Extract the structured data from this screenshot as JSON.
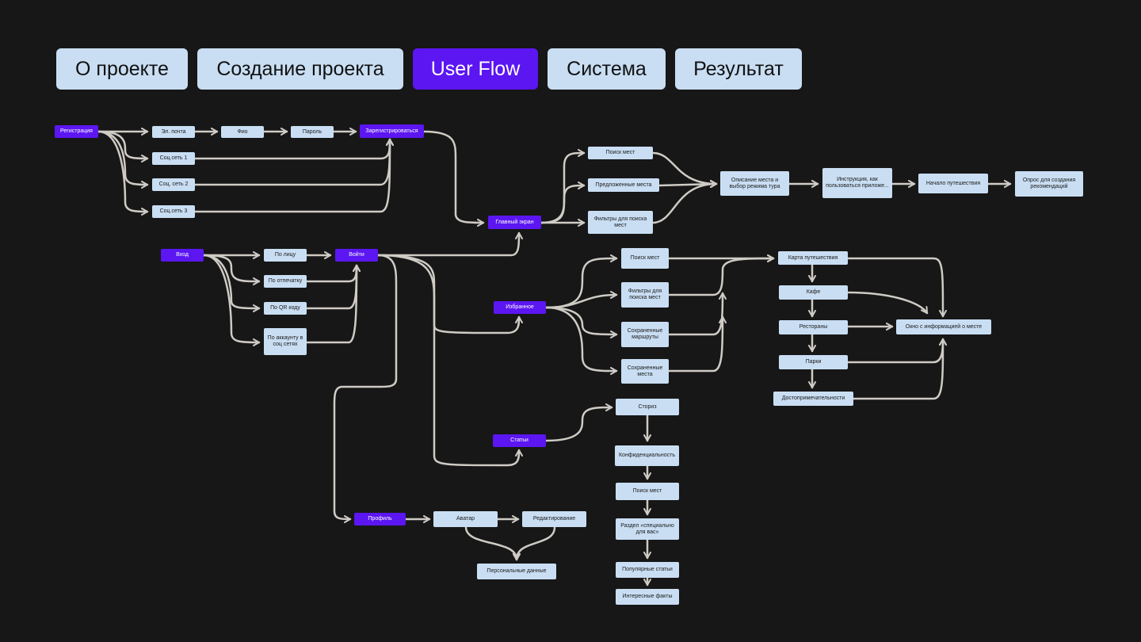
{
  "tabs": [
    {
      "label": "О проекте",
      "active": false
    },
    {
      "label": "Создание проекта",
      "active": false
    },
    {
      "label": "User Flow",
      "active": true
    },
    {
      "label": "Система",
      "active": false
    },
    {
      "label": "Результат",
      "active": false
    }
  ],
  "colors": {
    "background": "#171717",
    "node": "#c9def3",
    "accent": "#5b16f2",
    "edge": "#cfcbc5"
  },
  "nodes": {
    "registration": "Регистрация",
    "email": "Эл. почта",
    "fio": "Фио",
    "password": "Пароль",
    "register": "Зарегистрироваться",
    "social1": "Соц.сеть 1",
    "social2": "Соц. сеть 2",
    "social3": "Соц.сеть 3",
    "login": "Вход",
    "byFace": "По лицу",
    "byFingerprint": "По отпечатку",
    "byQr": "По QR коду",
    "bySocial": "По аккаунту в соц сетях",
    "enter": "Войти",
    "mainScreen": "Главный экран",
    "searchPlaces": "Поиск мест",
    "suggestedPlaces": "Предложенные места",
    "filters": "Фильтры для поиска мест",
    "placeDescription": "Описание места и выбор режима тура",
    "instruction": "Инструкция, как пользоваться приложе...",
    "startTravel": "Начало путешествия",
    "survey": "Опрос для создания рекомендаций",
    "favorites": "Избранное",
    "favSearch": "Поиск мест",
    "favFilters": "Фильтры для поиска мест",
    "savedRoutes": "Сохраненные маршруты",
    "savedPlaces": "Сохраненные места",
    "travelMap": "Карта путешествия",
    "cafe": "Кафе",
    "restaurants": "Рестораны",
    "parks": "Парки",
    "sights": "Достопримечательности",
    "placeInfo": "Окно с информацией о месте",
    "articles": "Статьи",
    "stories": "Сториз",
    "privacy": "Конфиденциальность",
    "artSearch": "Поиск мест",
    "forYou": "Раздел «специально для вас»",
    "popular": "Популярные статьи",
    "facts": "Интересные факты",
    "profile": "Профиль",
    "avatar": "Аватар",
    "editing": "Редактирование",
    "personalData": "Персональные данные"
  }
}
